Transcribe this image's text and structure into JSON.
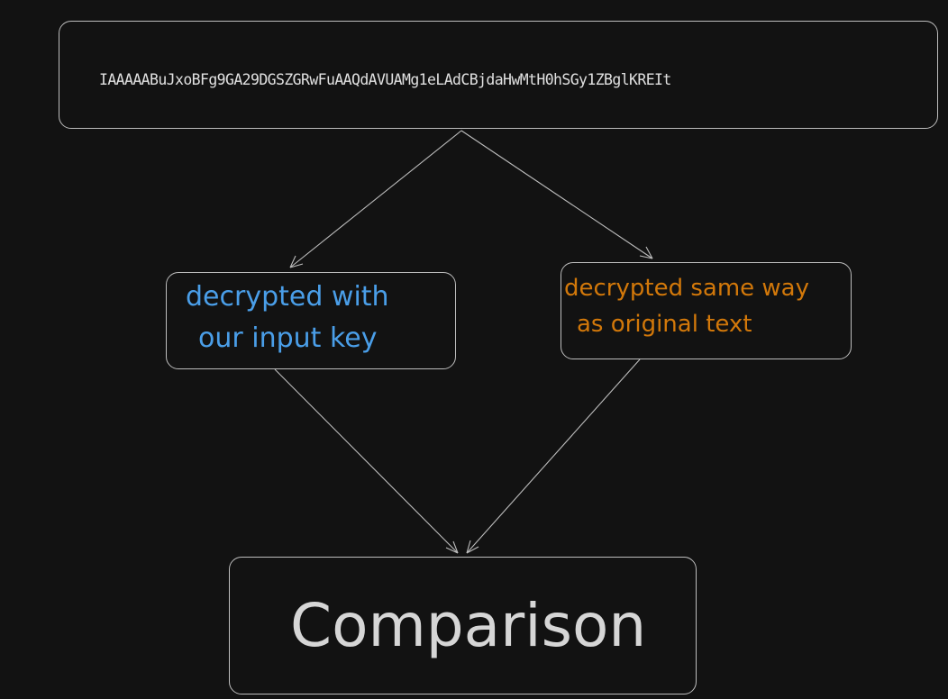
{
  "nodes": {
    "ciphertext": {
      "text": "IAAAAABuJxoBFg9GA29DGSZGRwFuAAQdAVUAMg1eLAdCBjdaHwMtH0hSGy1ZBglKREIt",
      "color": "#e0e0e0"
    },
    "left": {
      "line1": "decrypted with",
      "line2": "our input key",
      "color": "#4a9ee8"
    },
    "right": {
      "line1": "decrypted same way",
      "line2": "as original text",
      "color": "#d2780a"
    },
    "comparison": {
      "text": "Comparison",
      "color": "#d6d6d6"
    }
  },
  "colors": {
    "background": "#121212",
    "stroke": "#bdbdbd"
  }
}
